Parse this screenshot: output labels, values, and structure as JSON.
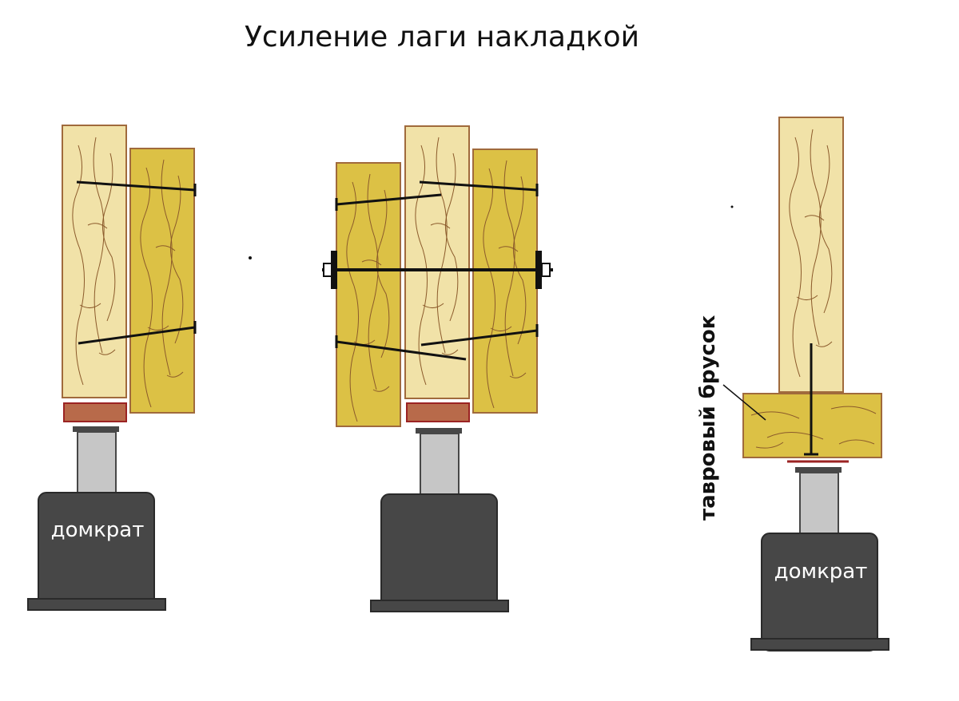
{
  "title": "Усиление лаги накладкой",
  "labels": {
    "jack_left": "домкрат",
    "jack_right": "домкрат",
    "tee_bar": "тавровый брусок"
  },
  "colors": {
    "light_wood": "#f1e2a8",
    "dark_wood": "#dcc145",
    "wood_stroke": "#a06a3c",
    "grain": "#8b5a2b",
    "pad": "#b86a4a",
    "pad_stroke": "#9b2323",
    "jack_body": "#474747",
    "jack_rod": "#c6c6c6",
    "fastener": "#111111"
  }
}
